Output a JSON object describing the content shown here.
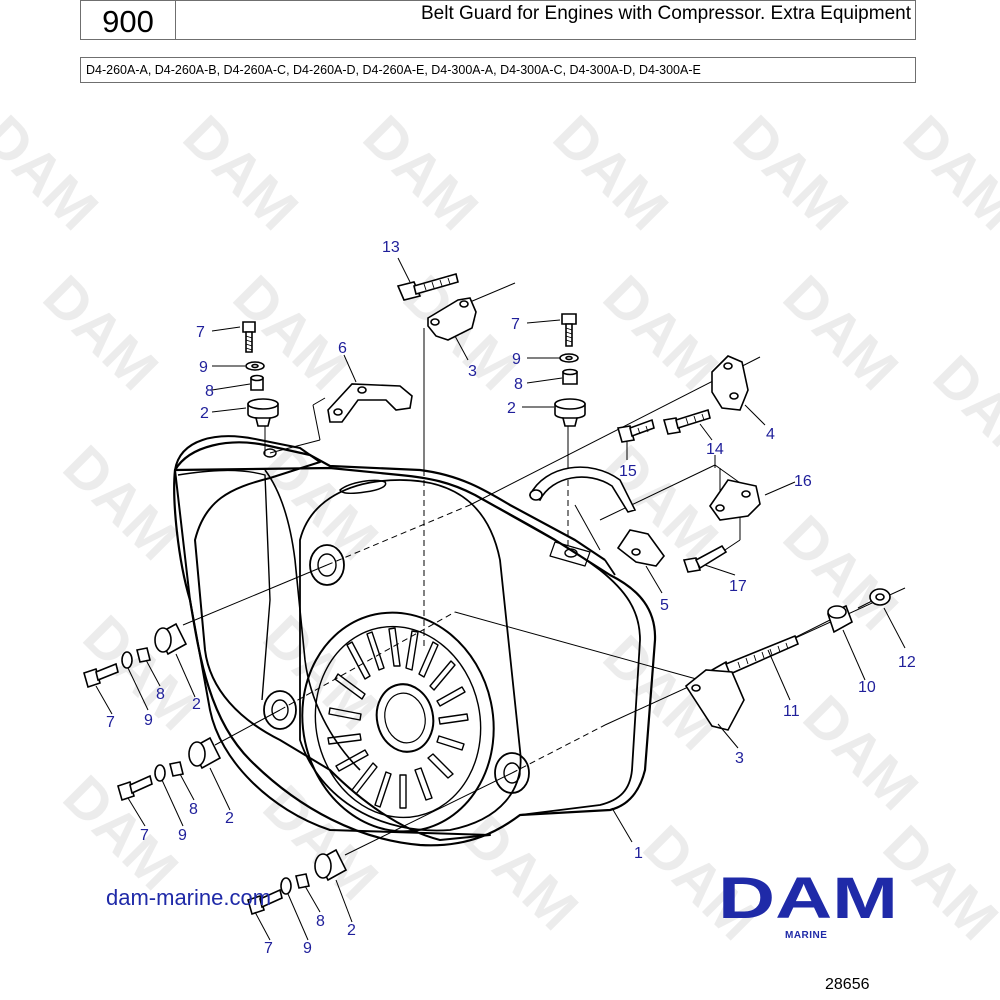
{
  "header": {
    "section_number": "900",
    "title": "Belt Guard for Engines with Compressor. Extra Equipment"
  },
  "models": "D4-260A-A, D4-260A-B, D4-260A-C, D4-260A-D, D4-260A-E, D4-300A-A, D4-300A-C, D4-300A-D, D4-300A-E",
  "watermark_text": "DAM",
  "callouts": [
    "13",
    "7",
    "9",
    "8",
    "2",
    "6",
    "3",
    "7",
    "9",
    "8",
    "2",
    "4",
    "14",
    "15",
    "16",
    "5",
    "17",
    "12",
    "10",
    "11",
    "3",
    "7",
    "9",
    "8",
    "2",
    "7",
    "9",
    "8",
    "2",
    "1",
    "7",
    "9",
    "8",
    "2"
  ],
  "footer": {
    "site_url": "dam-marine.com",
    "logo_text": "DAM",
    "logo_subtext": "MARINE",
    "drawing_number": "28656"
  },
  "colors": {
    "callout": "#1f1f9a",
    "brand_blue": "#1f2aa8",
    "line": "#000000"
  }
}
